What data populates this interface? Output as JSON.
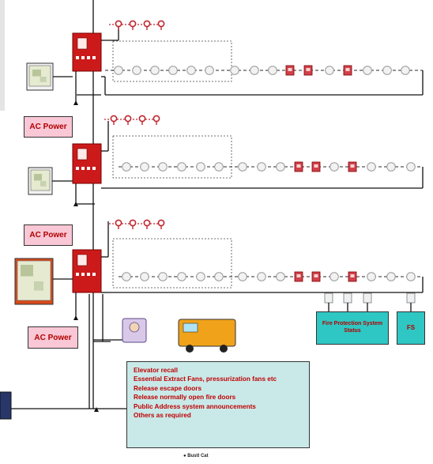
{
  "labels": {
    "ac_power_1": "AC Power",
    "ac_power_2": "AC Power",
    "ac_power_3": "AC Power"
  },
  "outputs": {
    "fire_protection": "Fire Protection System Status",
    "fs": "FS"
  },
  "actions": [
    "Elevator recall",
    "Essential Extract Fans, pressurization fans etc",
    "Release escape doors",
    "Release normally open fire doors",
    "Public Address system announcements",
    "Others as required"
  ],
  "footer": "Bustl Cat",
  "colors": {
    "panel": "#cc1a1a",
    "ac_label_fill": "#f9c7d5",
    "ac_label_text": "#b00000",
    "status_box": "#2fc7c3",
    "action_box": "#c9e9e9"
  }
}
